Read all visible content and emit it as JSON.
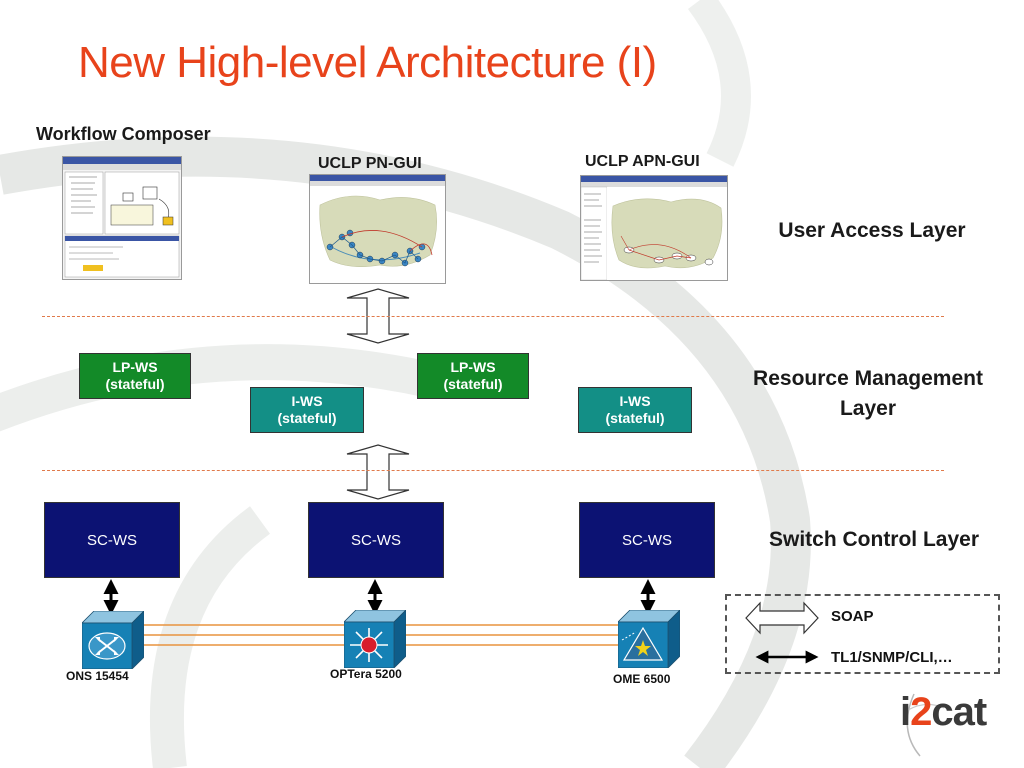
{
  "slide": {
    "title": "New High-level Architecture (I)"
  },
  "user_access": {
    "workflow_composer": "Workflow Composer",
    "pn_gui": "UCLP PN-GUI",
    "apn_gui": "UCLP APN-GUI",
    "layer_label": "User Access Layer"
  },
  "resource_management": {
    "lpws_1": {
      "name": "LP-WS",
      "state": "(stateful)"
    },
    "lpws_2": {
      "name": "LP-WS",
      "state": "(stateful)"
    },
    "iws_1": {
      "name": "I-WS",
      "state": "(stateful)"
    },
    "iws_2": {
      "name": "I-WS",
      "state": "(stateful)"
    },
    "layer_label_line1": "Resource Management",
    "layer_label_line2": "Layer"
  },
  "switch_control": {
    "scws_1": "SC-WS",
    "scws_2": "SC-WS",
    "scws_3": "SC-WS",
    "layer_label": "Switch Control Layer"
  },
  "devices": {
    "left": "ONS 15454",
    "center": "OPTera 5200",
    "right": "OME 6500"
  },
  "legend": {
    "soap": "SOAP",
    "protocols": "TL1/SNMP/CLI,…"
  },
  "logo": {
    "part1": "i",
    "part2": "2",
    "part3": "cat"
  },
  "colors": {
    "title": "#e8431b",
    "lpws": "#138a28",
    "iws": "#138f86",
    "scws": "#0c1273",
    "device": "#1681b5",
    "dashed_divider": "#e07a4a",
    "link_lines": "#e8933e"
  }
}
